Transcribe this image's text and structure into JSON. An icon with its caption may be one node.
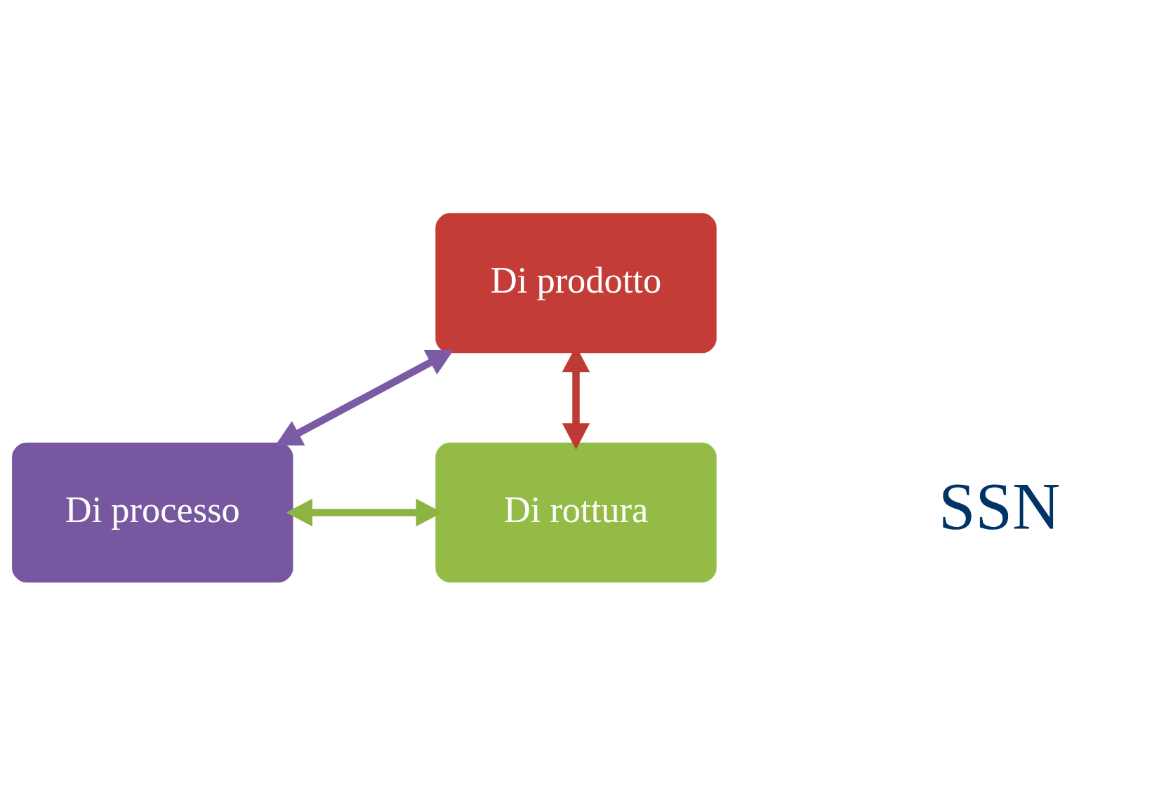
{
  "diagram": {
    "nodes": [
      {
        "text": [
          "Di prodotto"
        ]
      },
      {
        "text": [
          "Di processo"
        ]
      },
      {
        "text": [
          "Di rottura"
        ]
      }
    ],
    "edges": [
      {
        "from": 0,
        "to": 1,
        "arrow": "both",
        "color": "#7b5aa6"
      },
      {
        "from": 0,
        "to": 2,
        "arrow": "both",
        "color": "#be3a34"
      },
      {
        "from": 1,
        "to": 2,
        "arrow": "both",
        "color": "#8db443"
      }
    ],
    "labels": [
      "SSN"
    ]
  }
}
